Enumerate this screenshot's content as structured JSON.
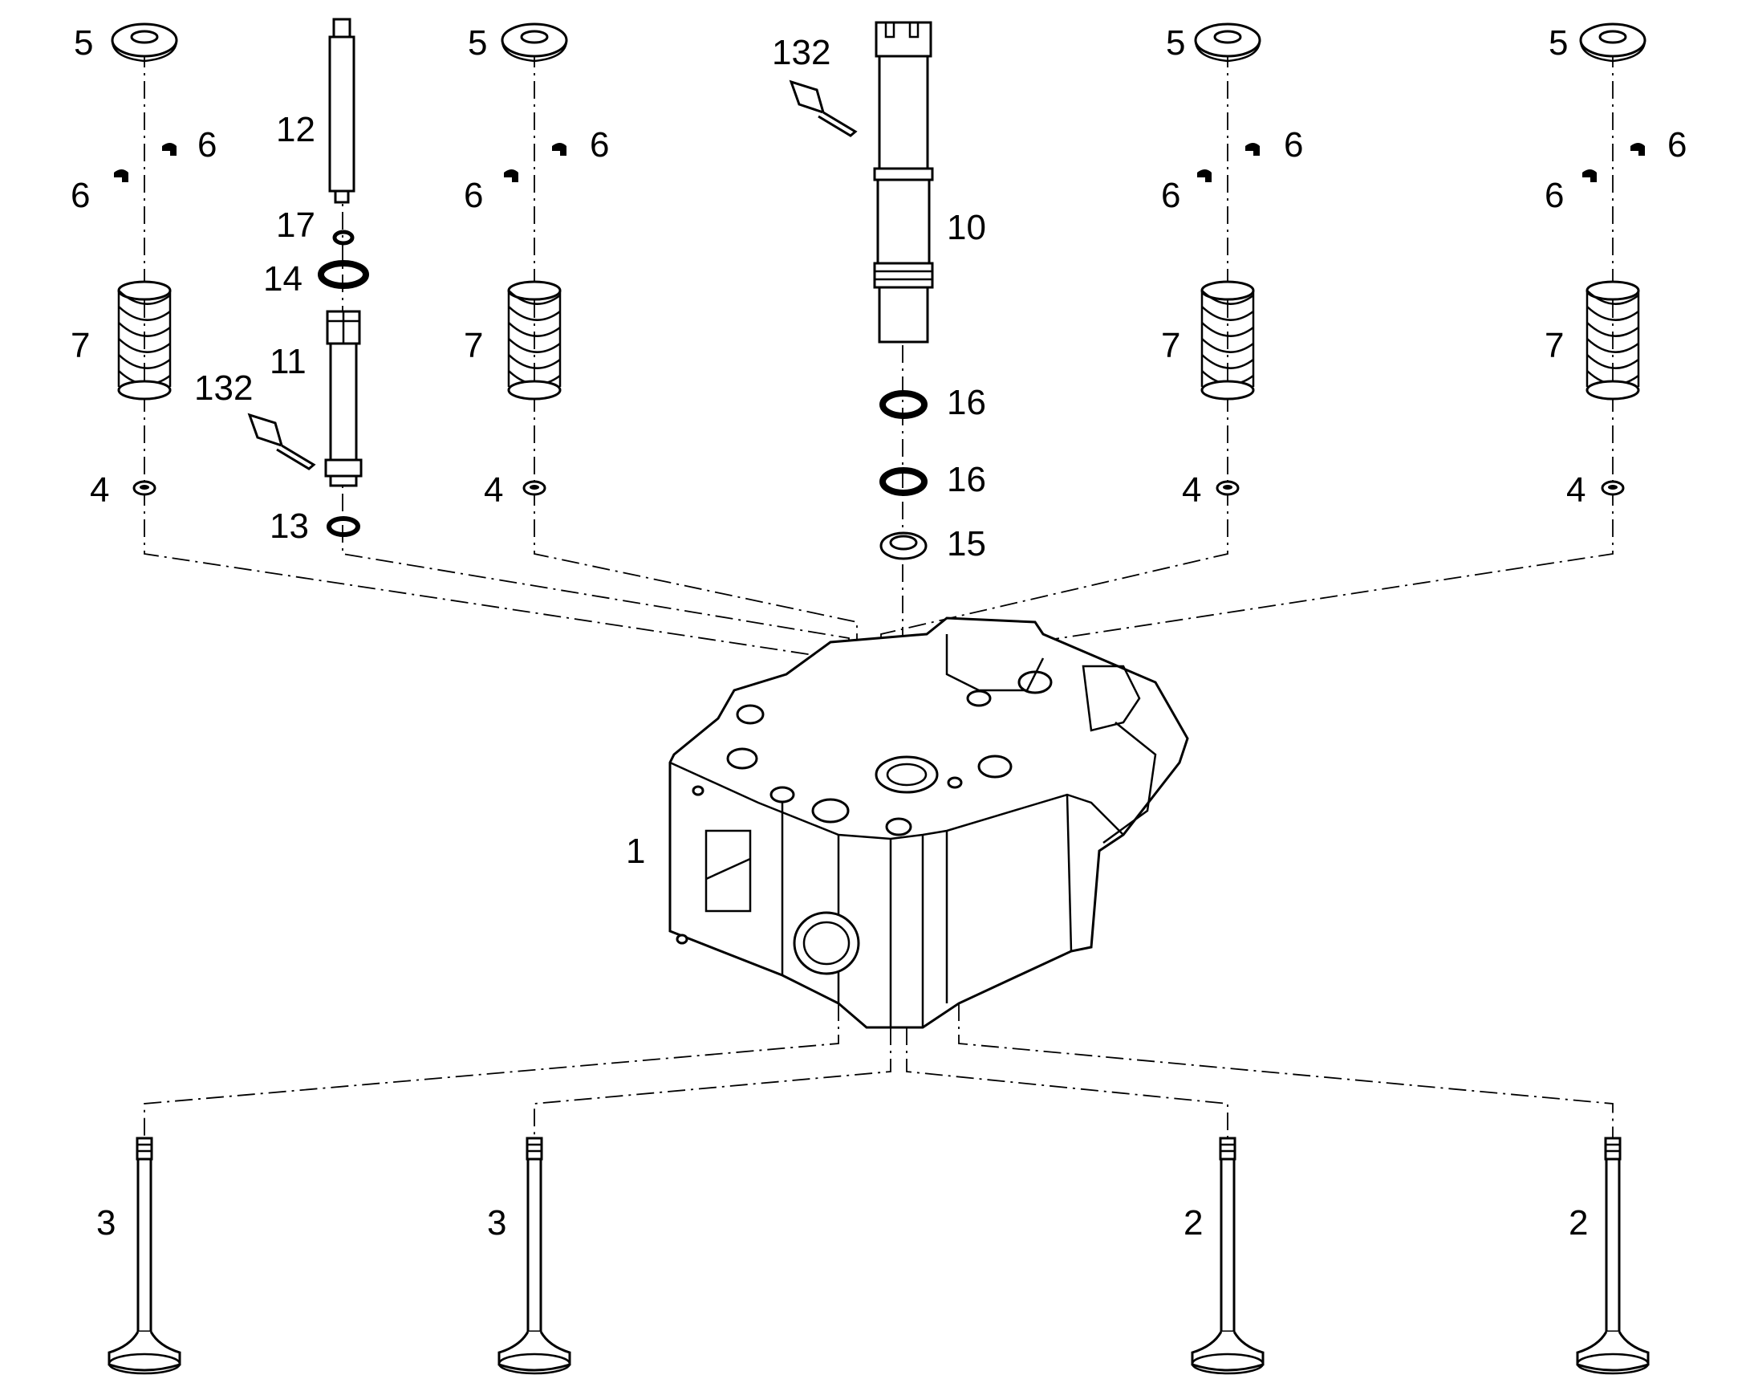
{
  "diagram": {
    "callouts": {
      "c1": "1",
      "c2a": "2",
      "c2b": "2",
      "c3a": "3",
      "c3b": "3",
      "c4a": "4",
      "c4b": "4",
      "c4c": "4",
      "c4d": "4",
      "c5a": "5",
      "c5b": "5",
      "c5c": "5",
      "c5d": "5",
      "c6a1": "6",
      "c6a2": "6",
      "c6b1": "6",
      "c6b2": "6",
      "c6c1": "6",
      "c6c2": "6",
      "c6d1": "6",
      "c6d2": "6",
      "c7a": "7",
      "c7b": "7",
      "c7c": "7",
      "c7d": "7",
      "c10": "10",
      "c11": "11",
      "c12": "12",
      "c13": "13",
      "c14": "14",
      "c15": "15",
      "c16a": "16",
      "c16b": "16",
      "c17": "17",
      "c132a": "132",
      "c132b": "132"
    }
  }
}
